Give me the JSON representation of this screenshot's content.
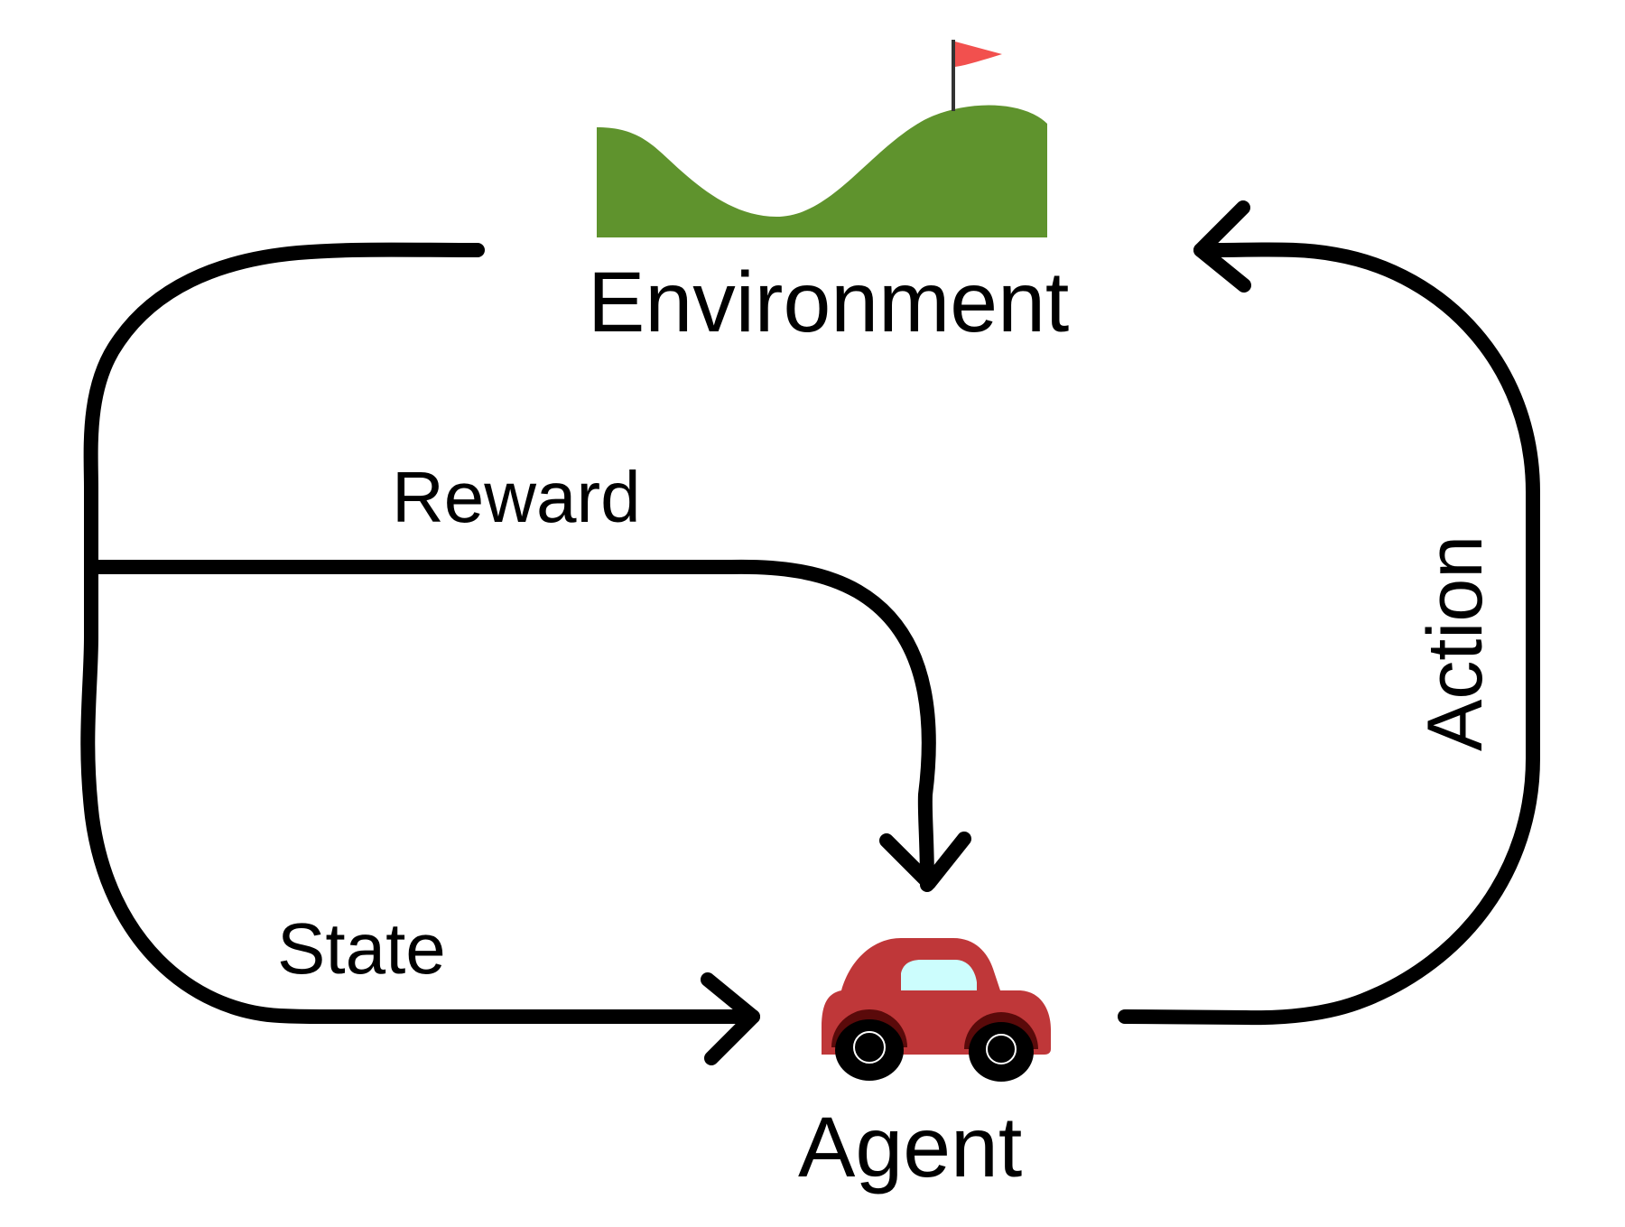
{
  "nodes": {
    "environment": {
      "label": "Environment",
      "icon": "hill-with-flag-icon",
      "hill_color": "#5f932d",
      "flag_color": "#f2504e"
    },
    "agent": {
      "label": "Agent",
      "icon": "car-icon",
      "body_color": "#bf3739",
      "window_color": "#ccfdfd",
      "wheel_color": "#000000"
    }
  },
  "edges": {
    "reward": {
      "label": "Reward",
      "from": "Environment",
      "to": "Agent"
    },
    "state": {
      "label": "State",
      "from": "Environment",
      "to": "Agent"
    },
    "action": {
      "label": "Action",
      "from": "Agent",
      "to": "Environment"
    }
  },
  "colors": {
    "background": "#ffffff",
    "line": "#000000",
    "text": "#000000"
  }
}
